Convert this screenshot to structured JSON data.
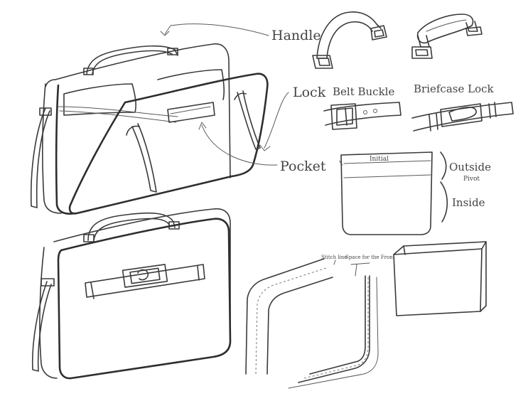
{
  "labels": {
    "handle": "Handle",
    "lock": "Lock",
    "pocket": "Pocket",
    "belt_buckle": "Belt Buckle",
    "briefcase_lock": "Briefcase Lock",
    "initial": "Initial",
    "outside": "Outside",
    "pivot": "Pivot",
    "inside": "Inside",
    "stitch_line": "Stitch line",
    "space_for_front": "Space for the Front"
  },
  "colors": {
    "ink": "#3a3a3a",
    "paper": "#ffffff"
  }
}
